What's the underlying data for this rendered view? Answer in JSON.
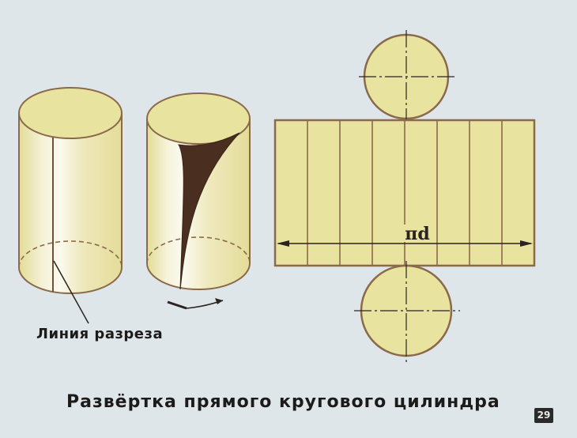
{
  "labels": {
    "cut_line": "Линия разреза",
    "title": "Развёртка прямого кругового цилиндра",
    "dimension": "πd",
    "page_number": "29"
  },
  "colors": {
    "background": "#dfe6ea",
    "fill": "#e9e3a0",
    "outline": "#8a6a4a",
    "cut_dark": "#4a2e1f",
    "text": "#1c1b1a"
  },
  "net": {
    "segments": 8
  }
}
